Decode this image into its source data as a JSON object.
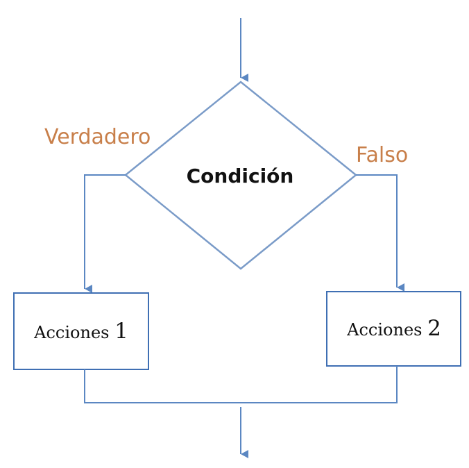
{
  "diagram": {
    "decision": {
      "label": "Condición"
    },
    "branches": {
      "true_label": "Verdadero",
      "false_label": "Falso"
    },
    "boxes": {
      "left": {
        "text": "Acciones ",
        "number": "1"
      },
      "right": {
        "text": "Acciones ",
        "number": "2"
      }
    },
    "colors": {
      "line": "#5b87c2",
      "box_border": "#3f6fb3",
      "diamond_border": "#7a9bc8",
      "branch_label": "#c87f4a",
      "text": "#111111"
    }
  }
}
